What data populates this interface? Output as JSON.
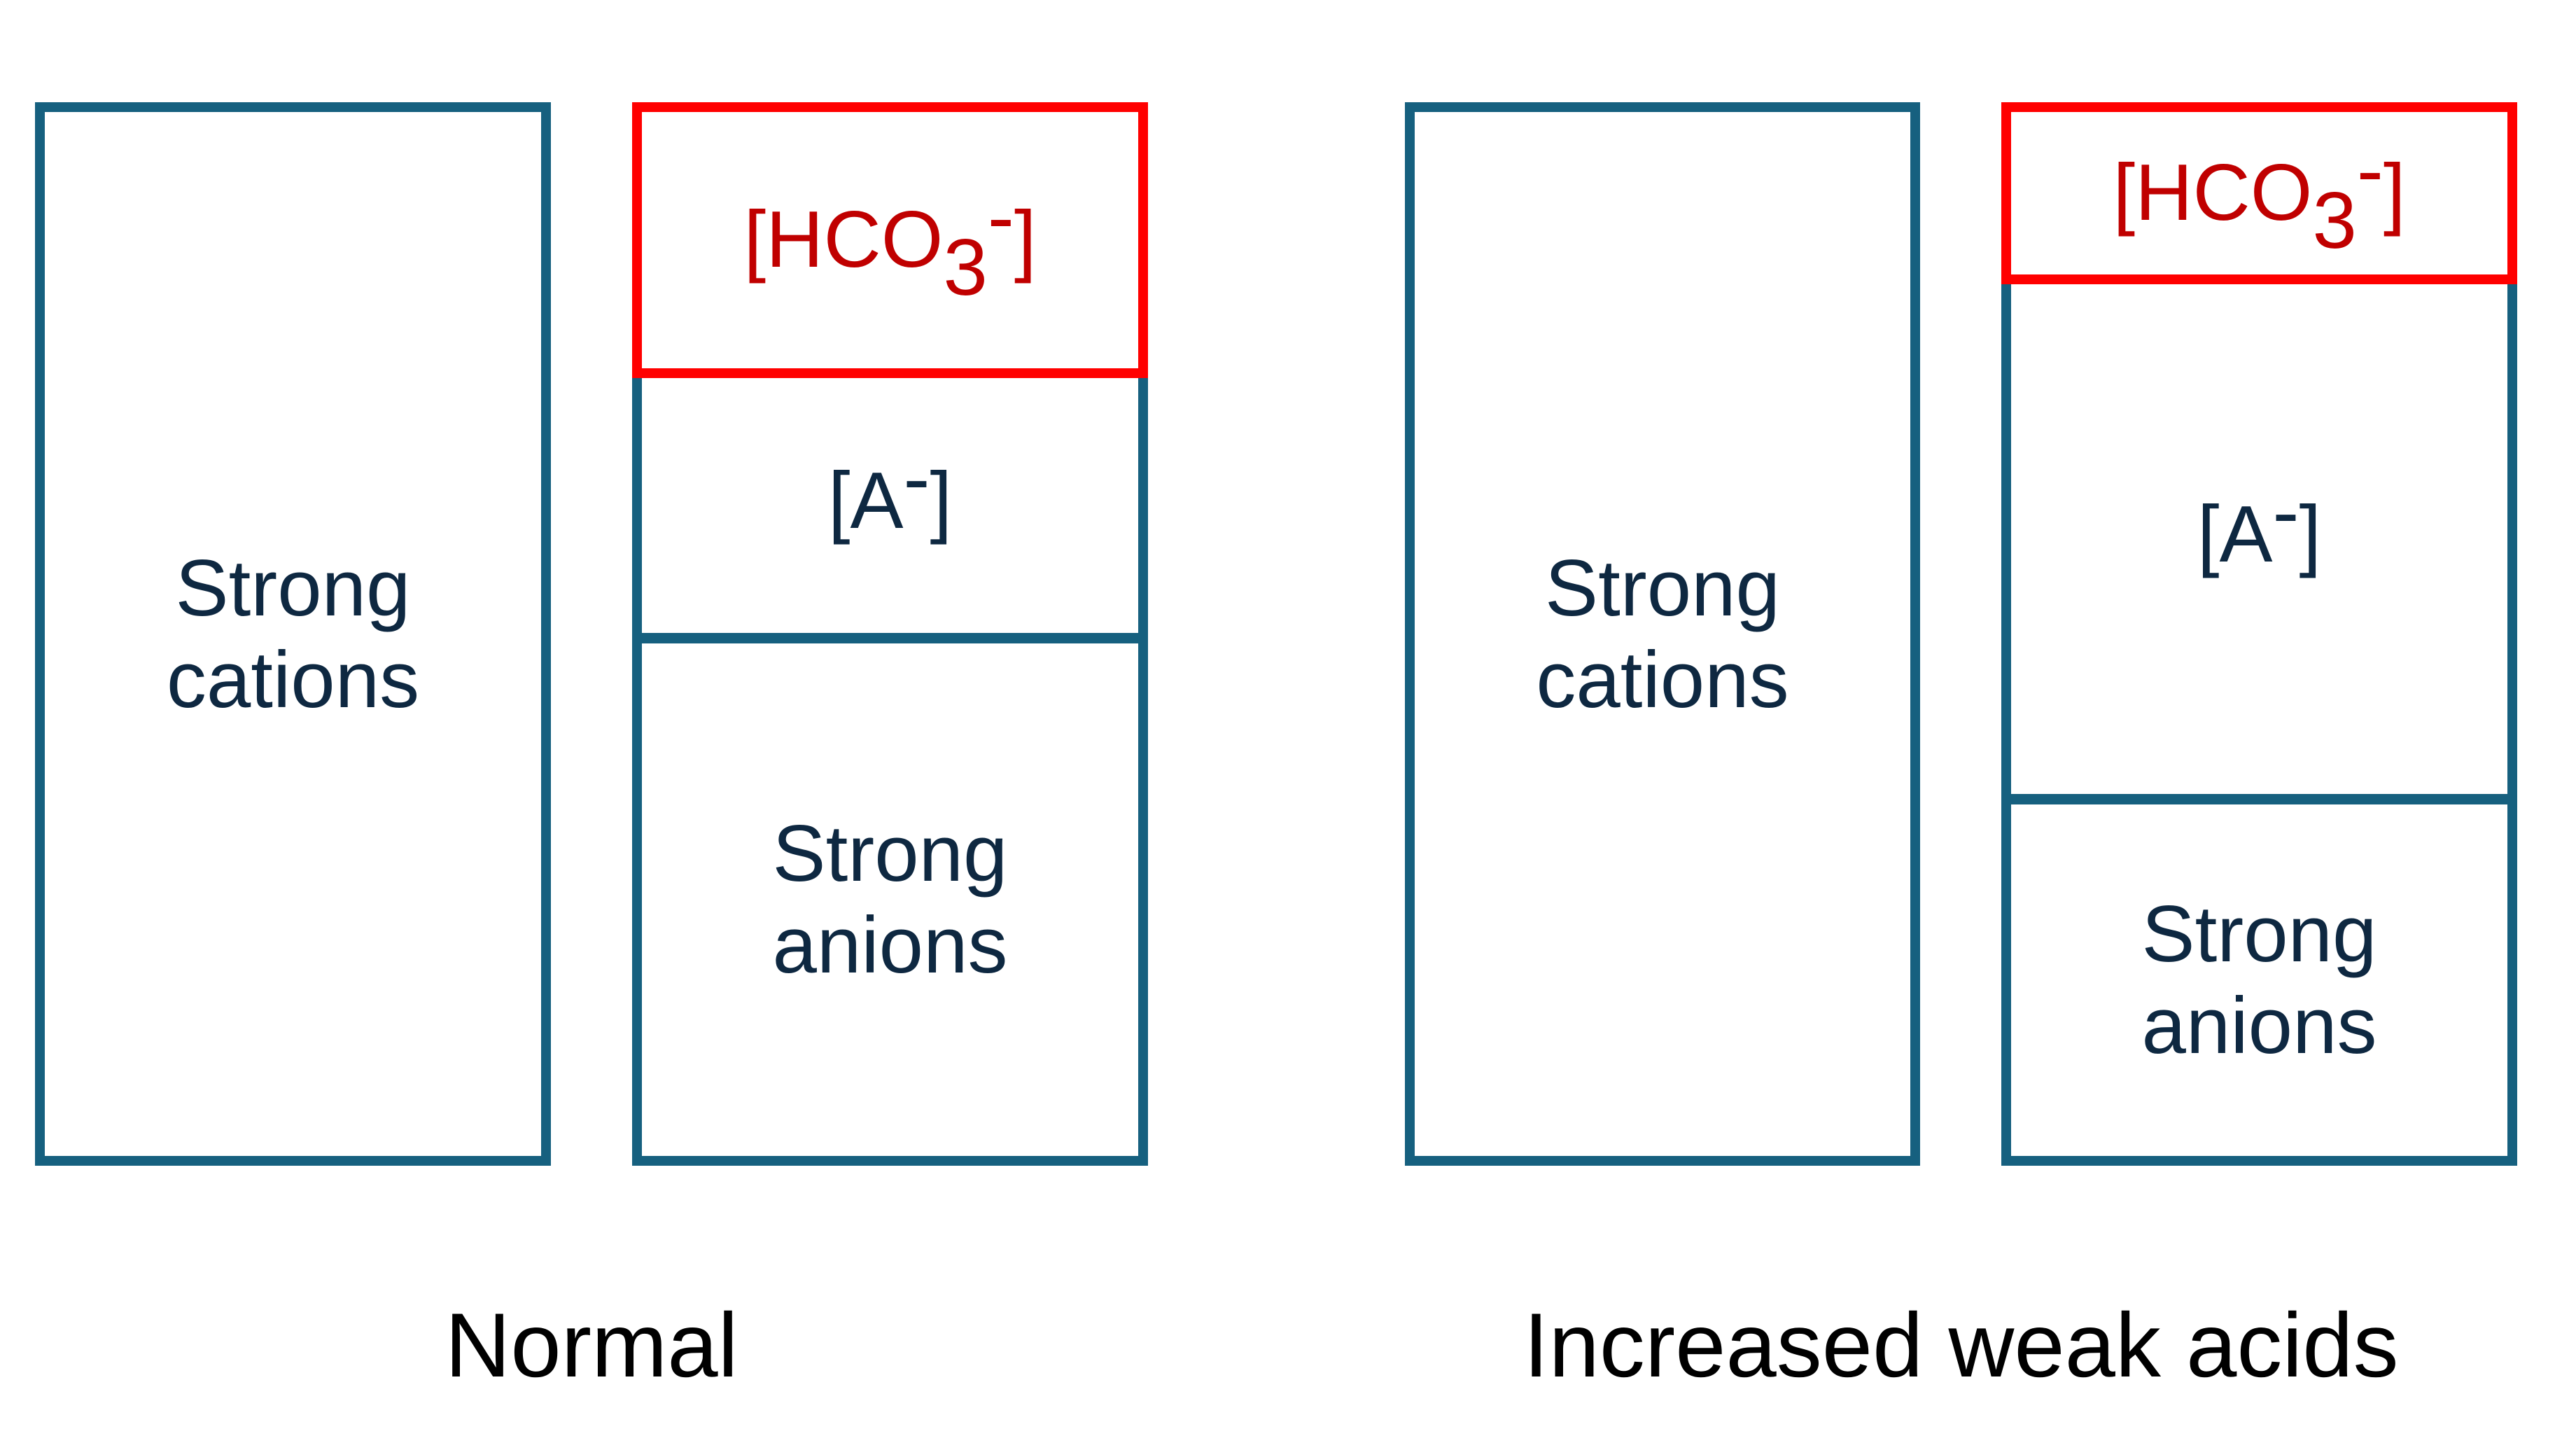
{
  "colors": {
    "box_border": "#16607f",
    "bicarbonate_border": "#ff0000",
    "bicarbonate_text": "#c00000",
    "label_text": "#0e2841",
    "caption_text": "#000000"
  },
  "panels": [
    {
      "caption": "Normal",
      "cations": {
        "line1": "Strong",
        "line2": "cations"
      },
      "anion_stack": {
        "bicarbonate": {
          "open": "[HCO",
          "sub": "3",
          "sup": "-",
          "close": "]"
        },
        "weak_acid": {
          "open": "[A",
          "sup": "-",
          "close": "]"
        },
        "strong_anions": {
          "line1": "Strong",
          "line2": "anions"
        }
      }
    },
    {
      "caption": "Increased weak acids",
      "cations": {
        "line1": "Strong",
        "line2": "cations"
      },
      "anion_stack": {
        "bicarbonate": {
          "open": "[HCO",
          "sub": "3",
          "sup": "-",
          "close": "]"
        },
        "weak_acid": {
          "open": "[A",
          "sup": "-",
          "close": "]"
        },
        "strong_anions": {
          "line1": "Strong",
          "line2": "anions"
        }
      }
    }
  ]
}
